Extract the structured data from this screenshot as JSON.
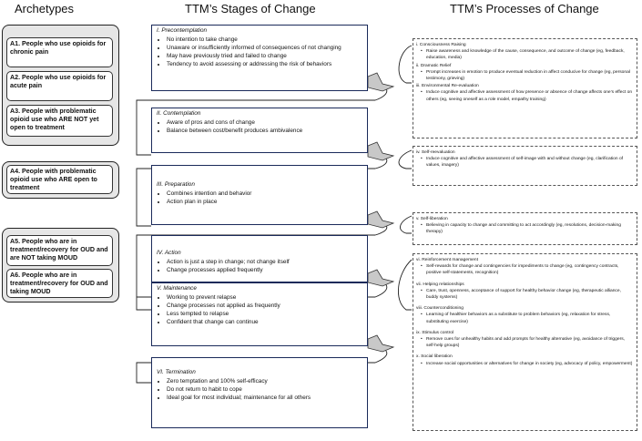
{
  "columns": {
    "archetypes": "Archetypes",
    "stages": "TTM’s Stages of Change",
    "processes": "TTM’s Processes of Change"
  },
  "archetypes": [
    {
      "label": "A1. People who use opioids for chronic pain"
    },
    {
      "label": "A2. People who use opioids for acute pain"
    },
    {
      "label": "A3. People with problematic opioid use who ARE NOT yet open to treatment"
    },
    {
      "label": "A4. People with problematic opioid use who ARE open to treatment"
    },
    {
      "label": "A5. People who are in treatment/recovery for OUD and are NOT taking MOUD"
    },
    {
      "label": "A6. People who are in treatment/recovery for OUD and taking MOUD"
    }
  ],
  "stages": [
    {
      "title": "I. Precontemplation",
      "bullets": [
        "No intention to take change",
        "Unaware or insufficiently informed of consequences of not changing",
        "May have previously tried and failed to change",
        "Tendency to avoid assessing or addressing the risk of behaviors"
      ]
    },
    {
      "title": "II. Contemplation",
      "bullets": [
        "Aware of pros and cons of change",
        "Balance between cost/benefit produces ambivalence"
      ]
    },
    {
      "title": "III. Preparation",
      "bullets": [
        "Combines intention and behavior",
        "Action plan in place"
      ]
    },
    {
      "title": "IV. Action",
      "bullets": [
        "Action is just a step in change; not change itself",
        "Change processes applied frequently"
      ]
    },
    {
      "title": "V. Maintenance",
      "bullets": [
        "Working to prevent relapse",
        "Change processes not applied as frequently",
        "Less tempted to relapse",
        "Confident that change can continue"
      ]
    },
    {
      "title": "VI. Termination",
      "bullets": [
        "Zero temptation and 100% self-efficacy",
        "Do not return to habit to cope",
        "Ideal goal for most individual; maintenance for all others"
      ]
    }
  ],
  "processes": [
    {
      "title": "i. Consciousness Raising",
      "desc": "Raise awareness and knowledge of the cause, consequence, and outcome of change (eg, feedback, education, media)"
    },
    {
      "title": "ii. Dramatic Relief",
      "desc": "Prompt increases in emotion to produce eventual reduction in affect conducive for change (eg, personal testimony, grieving)"
    },
    {
      "title": "iii. Environmental Re-evaluation",
      "desc": "Induce cognitive and affective assessment of how presence or absence of change affects one’s effect on others (eg, seeing oneself as a role model, empathy training)"
    },
    {
      "title": "iv. Self-reevaluation",
      "desc": "Induce cognitive and affective assessment of self-image with and without change (eg, clarification of values, imagery)"
    },
    {
      "title": "v. Self-liberation",
      "desc": "Believing in capacity to change and committing to act accordingly (eg, resolutions, decision-making therapy)"
    },
    {
      "title": "vi. Reinforcement management",
      "desc": "Self-rewards for change and contingencies for impediments to change (eg, contingency contracts, positive self-statements, recognition)"
    },
    {
      "title": "vii. Helping relationships",
      "desc": "Care, trust, openness, acceptance of support for healthy behavior change (eg, therapeutic alliance, buddy systems)"
    },
    {
      "title": "viii. Counterconditioning",
      "desc": "Learning of healthier behaviors as a substitute to problem behaviors (eg, relaxation for stress, substituting exercise)"
    },
    {
      "title": "ix. Stimulus control",
      "desc": "Remove cues for unhealthy habits and add prompts for healthy alternative (eg, avoidance of triggers, self-help groups)"
    },
    {
      "title": "x. Social liberation",
      "desc": "Increase social opportunities or alternatives for change in society (eg, advocacy of policy, empowerment)"
    }
  ],
  "colors": {
    "group_fill": "#e6e6e6",
    "stage_border": "#1a2a5a",
    "arrow_fill": "#c8c8c8"
  }
}
